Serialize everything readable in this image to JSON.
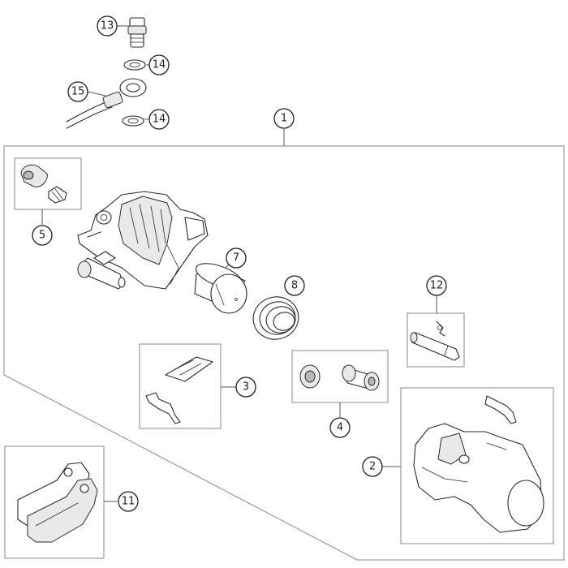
{
  "callouts": {
    "c1": "1",
    "c2": "2",
    "c3": "3",
    "c4": "4",
    "c5": "5",
    "c7": "7",
    "c8": "8",
    "c11": "11",
    "c12": "12",
    "c13": "13",
    "c14a": "14",
    "c14b": "14",
    "c15": "15"
  }
}
